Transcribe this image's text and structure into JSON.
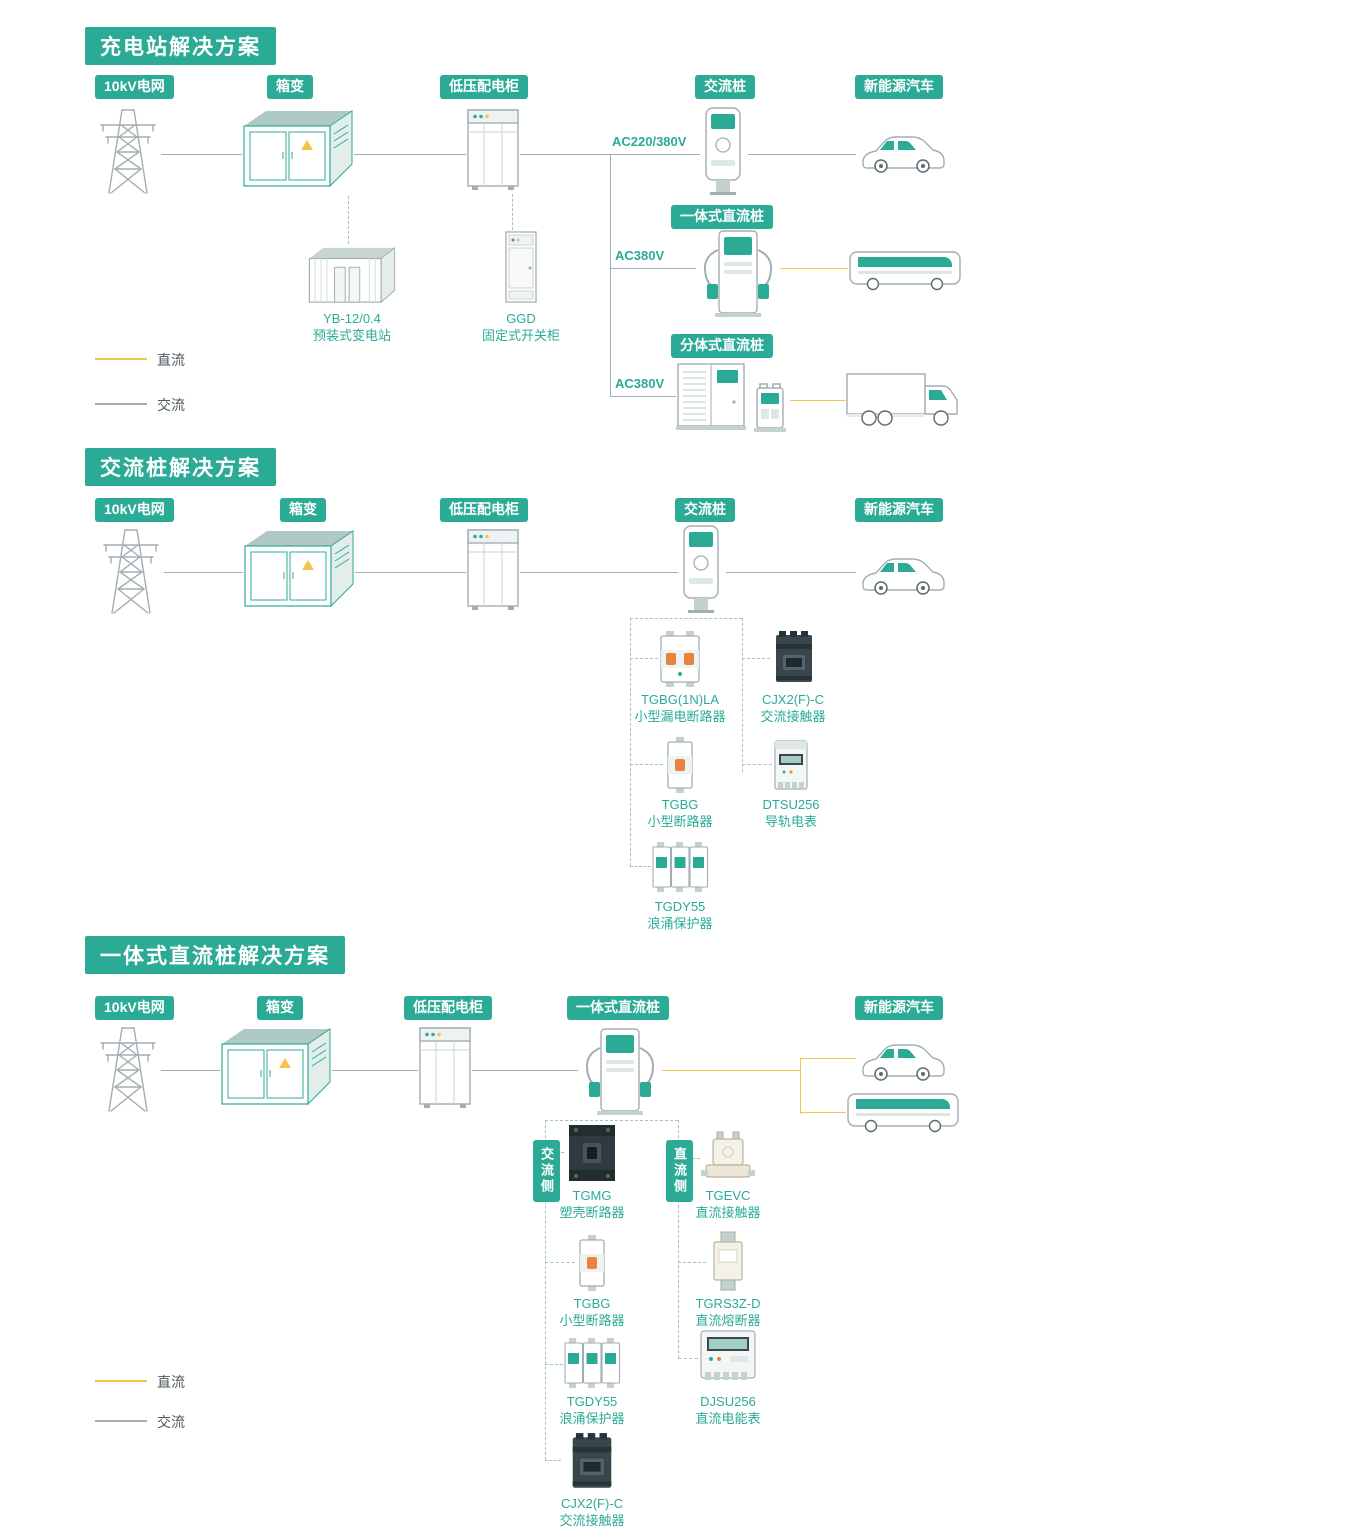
{
  "colors": {
    "teal": "#2BAB96",
    "dc_yellow": "#F3C54C",
    "ac_gray": "#A3AEB2"
  },
  "legend": {
    "dc": "直流",
    "ac": "交流"
  },
  "icons": [
    "transmission-tower",
    "box-transformer",
    "lv-distribution-cabinet",
    "ac-charging-pile",
    "ev-car",
    "ev-bus",
    "box-truck",
    "integrated-dc-pile",
    "split-dc-cabinet",
    "split-dc-dispenser",
    "prefab-substation",
    "ggd-cabinet",
    "leakage-breaker",
    "mini-breaker",
    "ac-contactor",
    "rail-meter",
    "surge-protector",
    "mccb-breaker",
    "dc-contactor",
    "dc-fuse",
    "dc-meter"
  ],
  "s1": {
    "title": "充电站解决方案",
    "labels": [
      "10kV电网",
      "箱变",
      "低压配电柜",
      "交流桩",
      "新能源汽车"
    ],
    "volt_main": "AC220/380V",
    "dc1_badge": "一体式直流桩",
    "dc1_volt": "AC380V",
    "dc2_badge": "分体式直流桩",
    "dc2_volt": "AC380V",
    "sub_transformer": {
      "name": "YB-12/0.4",
      "desc": "预装式变电站"
    },
    "sub_switchgear": {
      "name": "GGD",
      "desc": "固定式开关柜"
    }
  },
  "s2": {
    "title": "交流桩解决方案",
    "labels": [
      "10kV电网",
      "箱变",
      "低压配电柜",
      "交流桩",
      "新能源汽车"
    ],
    "components": [
      {
        "name": "TGBG(1N)LA",
        "desc": "小型漏电断路器"
      },
      {
        "name": "CJX2(F)-C",
        "desc": "交流接触器"
      },
      {
        "name": "TGBG",
        "desc": "小型断路器"
      },
      {
        "name": "DTSU256",
        "desc": "导轨电表"
      },
      {
        "name": "TGDY55",
        "desc": "浪涌保护器"
      }
    ]
  },
  "s3": {
    "title": "一体式直流桩解决方案",
    "labels": [
      "10kV电网",
      "箱变",
      "低压配电柜",
      "一体式直流桩",
      "新能源汽车"
    ],
    "side_ac": "交流侧",
    "side_dc": "直流侧",
    "ac_components": [
      {
        "name": "TGMG",
        "desc": "塑壳断路器"
      },
      {
        "name": "TGBG",
        "desc": "小型断路器"
      },
      {
        "name": "TGDY55",
        "desc": "浪涌保护器"
      },
      {
        "name": "CJX2(F)-C",
        "desc": "交流接触器"
      }
    ],
    "dc_components": [
      {
        "name": "TGEVC",
        "desc": "直流接触器"
      },
      {
        "name": "TGRS3Z-D",
        "desc": "直流熔断器"
      },
      {
        "name": "DJSU256",
        "desc": "直流电能表"
      }
    ]
  }
}
